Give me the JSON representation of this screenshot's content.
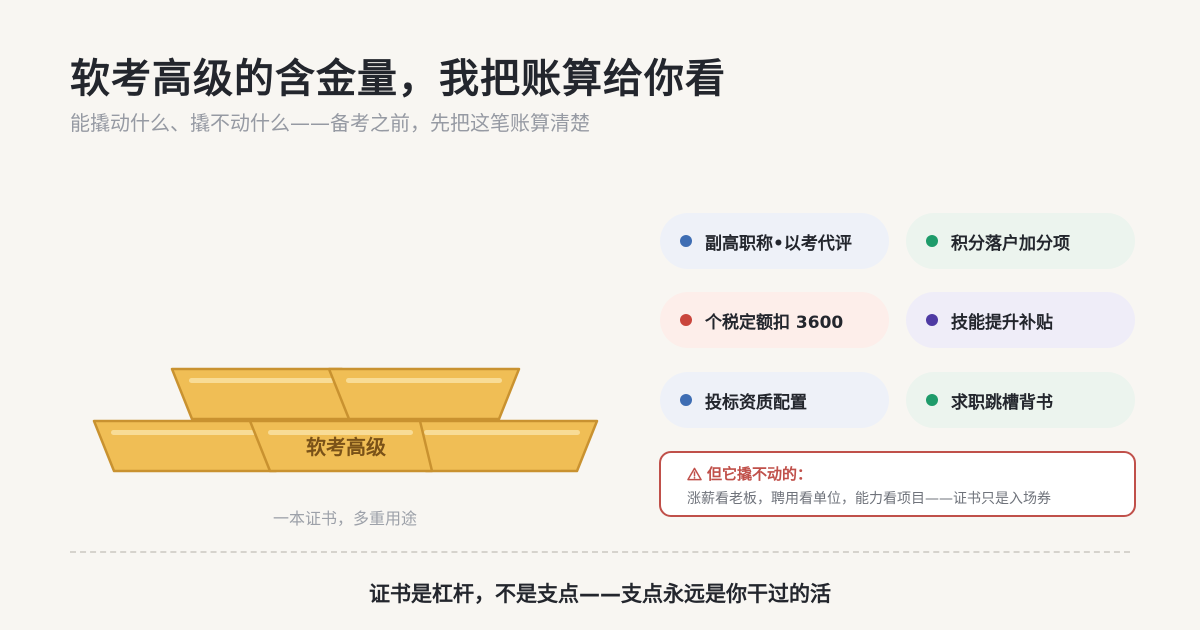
{
  "header": {
    "title": "软考高级的含金量，我把账算给你看",
    "subtitle": "能撬动什么、撬不动什么——备考之前，先把这笔账算清楚"
  },
  "gold": {
    "bar_label": "软考高级",
    "caption": "一本证书，多重用途"
  },
  "benefits": [
    {
      "label": "副高职称•以考代评",
      "dot": "#3e6db3",
      "bg": "#eef1f8"
    },
    {
      "label": "积分落户加分项",
      "dot": "#1e9b6a",
      "bg": "#ecf4ee"
    },
    {
      "label": "个税定额扣 3600",
      "dot": "#c9453c",
      "bg": "#fdeeea"
    },
    {
      "label": "技能提升补贴",
      "dot": "#4e3aa3",
      "bg": "#efedf8"
    },
    {
      "label": "投标资质配置",
      "dot": "#3e6db3",
      "bg": "#eef1f8"
    },
    {
      "label": "求职跳槽背书",
      "dot": "#1e9b6a",
      "bg": "#ecf4ee"
    }
  ],
  "warning": {
    "icon": "warning-triangle-icon",
    "title": "但它撬不动的：",
    "body": "涨薪看老板，聘用看单位，能力看项目——证书只是入场券",
    "color": "#c0504a"
  },
  "footer": {
    "text": "证书是杠杆，不是支点——支点永远是你干过的活"
  },
  "colors": {
    "gold_fill": "#f0be55",
    "gold_stroke": "#c99230",
    "gold_highlight": "#f8dc96",
    "gold_text": "#7a5218"
  }
}
